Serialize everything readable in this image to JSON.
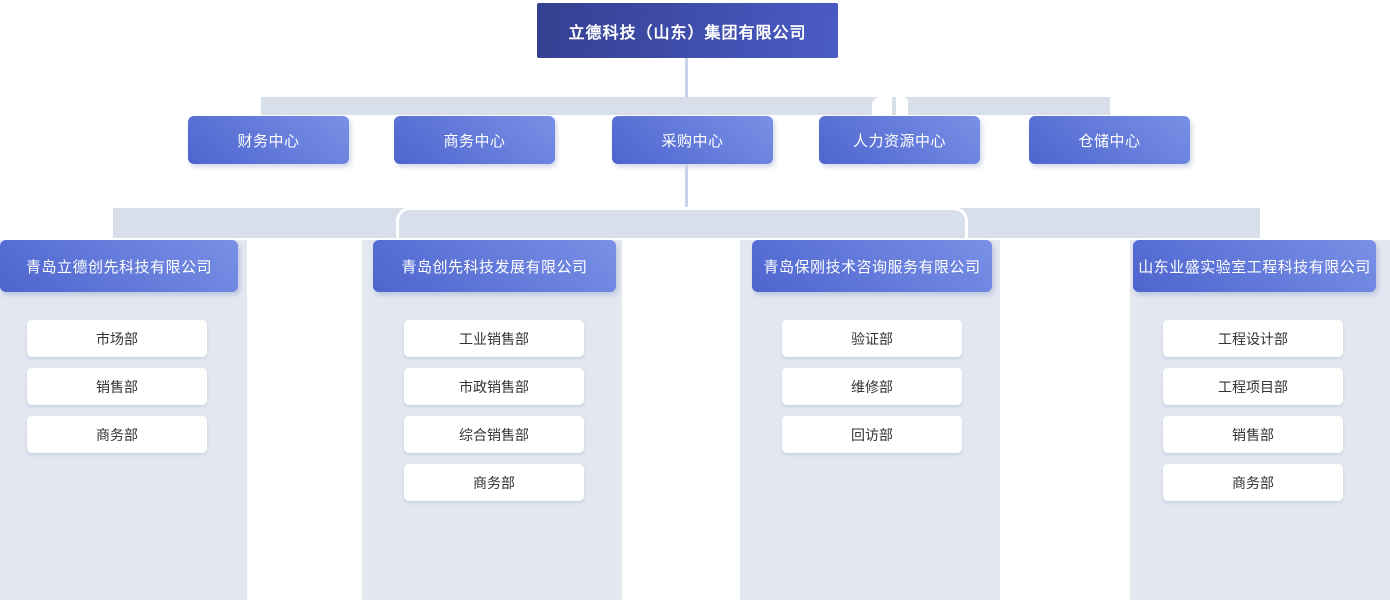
{
  "org": {
    "root": "立德科技（山东）集团有限公司",
    "centers": [
      "财务中心",
      "商务中心",
      "采购中心",
      "人力资源中心",
      "仓储中心"
    ],
    "subsidiaries": [
      {
        "name": "青岛立德创先科技有限公司",
        "departments": [
          "市场部",
          "销售部",
          "商务部"
        ]
      },
      {
        "name": "青岛创先科技发展有限公司",
        "departments": [
          "工业销售部",
          "市政销售部",
          "综合销售部",
          "商务部"
        ]
      },
      {
        "name": "青岛保刚技术咨询服务有限公司",
        "departments": [
          "验证部",
          "维修部",
          "回访部"
        ]
      },
      {
        "name": "山东业盛实验室工程科技有限公司",
        "departments": [
          "工程设计部",
          "工程项目部",
          "销售部",
          "商务部"
        ]
      }
    ],
    "colors": {
      "root_gradient_start": "#343f90",
      "root_gradient_end": "#4a5cc5",
      "node_gradient_start": "#4d65ce",
      "node_gradient_end": "#7990e6",
      "connector_band": "#d9dfea",
      "column_background": "#e3e7f0",
      "department_background": "#ffffff",
      "department_text": "#333333",
      "node_text": "#ffffff"
    }
  }
}
